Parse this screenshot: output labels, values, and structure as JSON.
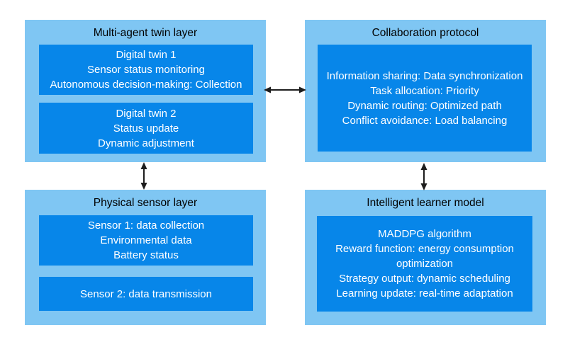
{
  "colors": {
    "background": "#ffffff",
    "outer_box": "#7FC6F3",
    "inner_box": "#0786E9",
    "title_text": "#000000",
    "inner_text": "#ffffff",
    "arrow": "#1d1d1d"
  },
  "boxes": {
    "multi_agent_twin_layer": {
      "title": "Multi-agent twin layer",
      "items": [
        {
          "lines": [
            "Digital twin 1",
            "Sensor status monitoring",
            "Autonomous decision-making: Collection"
          ]
        },
        {
          "lines": [
            "Digital twin 2",
            "Status update",
            "Dynamic adjustment"
          ]
        }
      ]
    },
    "collaboration_protocol": {
      "title": "Collaboration protocol",
      "items": [
        {
          "lines": [
            "Information sharing: Data synchronization",
            "Task allocation: Priority",
            "Dynamic routing: Optimized path",
            "Conflict avoidance: Load balancing"
          ]
        }
      ]
    },
    "physical_sensor_layer": {
      "title": "Physical sensor layer",
      "items": [
        {
          "lines": [
            "Sensor 1: data collection",
            "Environmental data",
            "Battery status"
          ]
        },
        {
          "lines": [
            "Sensor 2: data transmission"
          ]
        }
      ]
    },
    "intelligent_learner_model": {
      "title": "Intelligent learner model",
      "items": [
        {
          "lines": [
            "MADDPG algorithm",
            "Reward function: energy consumption optimization",
            "Strategy output: dynamic scheduling",
            "Learning update: real-time adaptation"
          ]
        }
      ]
    }
  },
  "arrows": [
    {
      "name": "twin-layer-to-collaboration",
      "orientation": "horizontal"
    },
    {
      "name": "twin-layer-to-physical-sensor",
      "orientation": "vertical"
    },
    {
      "name": "collaboration-to-learner-model",
      "orientation": "vertical"
    }
  ]
}
